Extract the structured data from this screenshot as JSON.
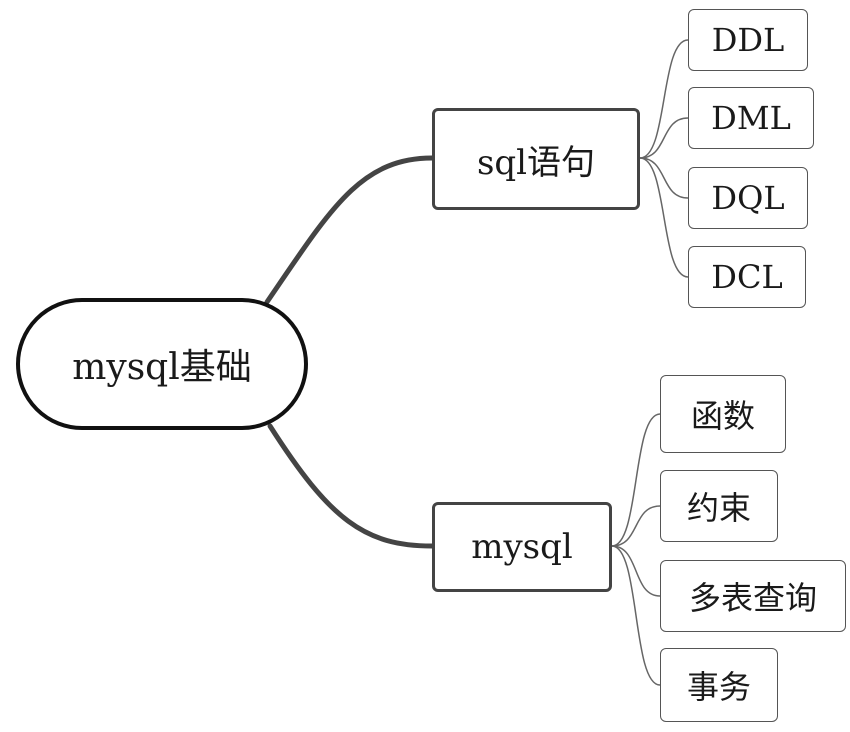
{
  "mindmap": {
    "root": "mysql基础",
    "branches": [
      {
        "label": "sql语句",
        "children": [
          "DDL",
          "DML",
          "DQL",
          "DCL"
        ]
      },
      {
        "label": "mysql",
        "children": [
          "函数",
          "约束",
          "多表查询",
          "事务"
        ]
      }
    ]
  },
  "colors": {
    "main_connector": "#444444",
    "leaf_connector": "#666666",
    "root_border": "#111111"
  }
}
